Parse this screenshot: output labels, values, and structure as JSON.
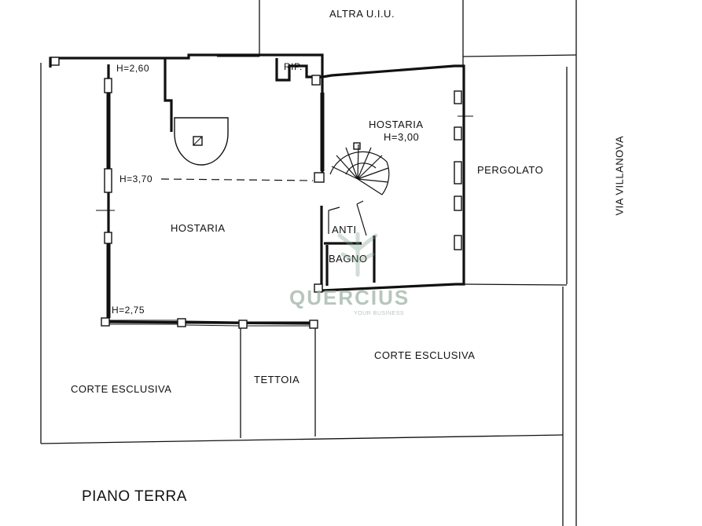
{
  "plan": {
    "neighbour_label": "ALTRA U.I.U.",
    "ripostiglio_label": "RIP.",
    "height_top_left": "H=2,60",
    "height_mid_left": "H=3,70",
    "height_bottom_left": "H=2,75",
    "hostaria_main_label": "HOSTARIA",
    "hostaria_right_label": "HOSTARIA",
    "hostaria_right_height": "H=3,00",
    "pergolato_label": "PERGOLATO",
    "street_label": "VIA VILLANOVA",
    "anti_label": "ANTI",
    "bagno_label": "BAGNO",
    "corte_right_label": "CORTE ESCLUSIVA",
    "corte_left_label": "CORTE ESCLUSIVA",
    "tettoia_label": "TETTOIA",
    "floor_title": "PIANO TERRA"
  },
  "watermark": {
    "name": "QUERCIUS",
    "tagline": "YOUR BUSINESS"
  },
  "colors": {
    "ink": "#111111",
    "watermark": "#9fb3a8"
  }
}
